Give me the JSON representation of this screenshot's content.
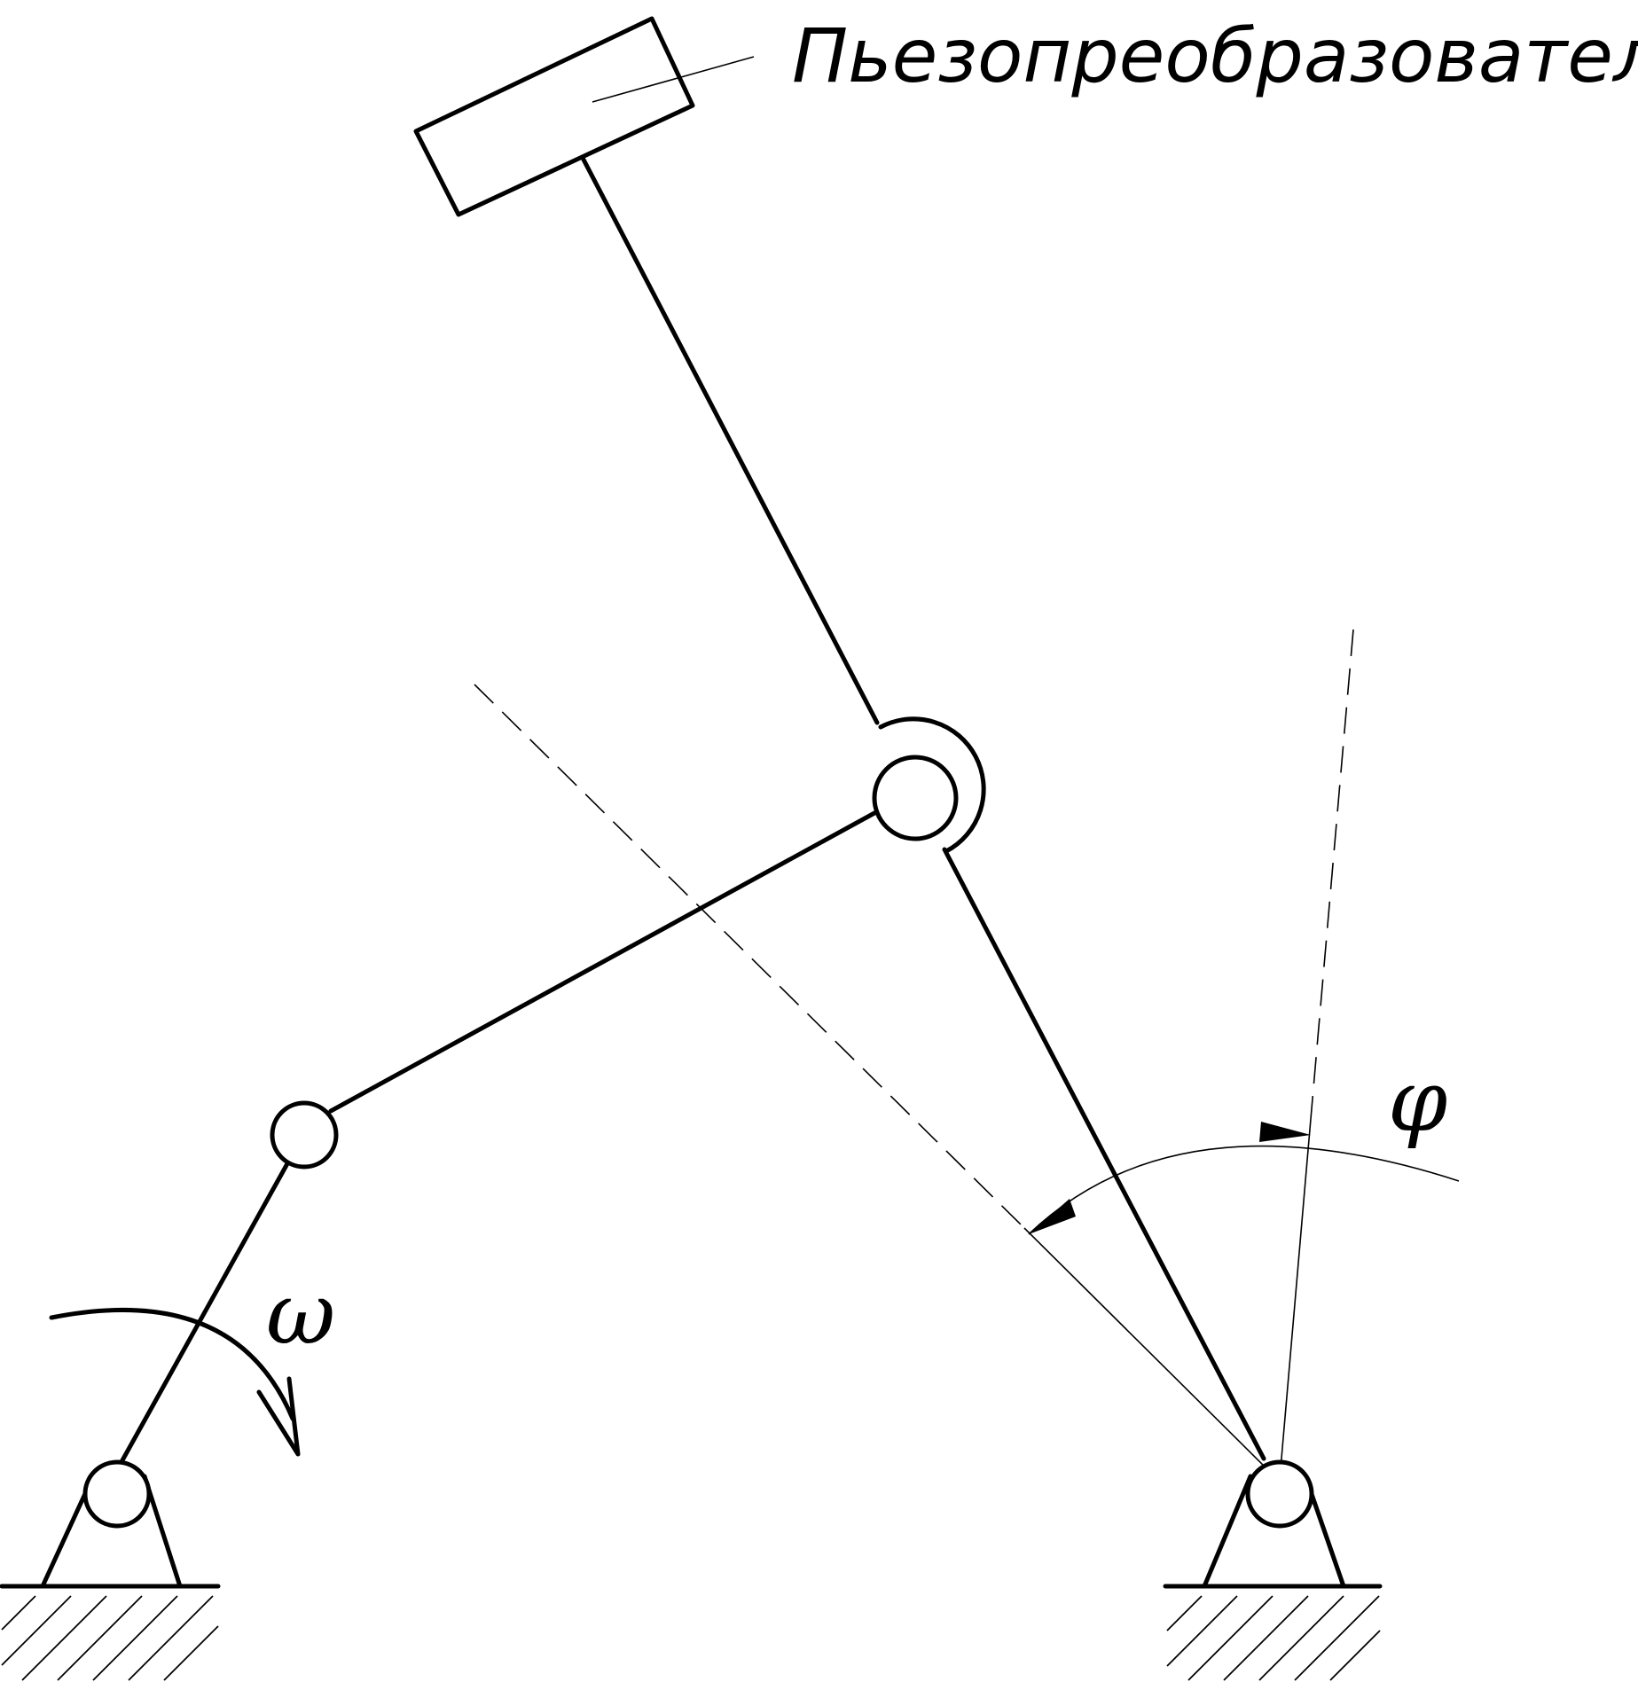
{
  "labels": {
    "transducer": "Пьезопреобразователь",
    "omega": "ω",
    "phi": "φ"
  },
  "colors": {
    "ink": "#000000",
    "paper": "#ffffff"
  }
}
